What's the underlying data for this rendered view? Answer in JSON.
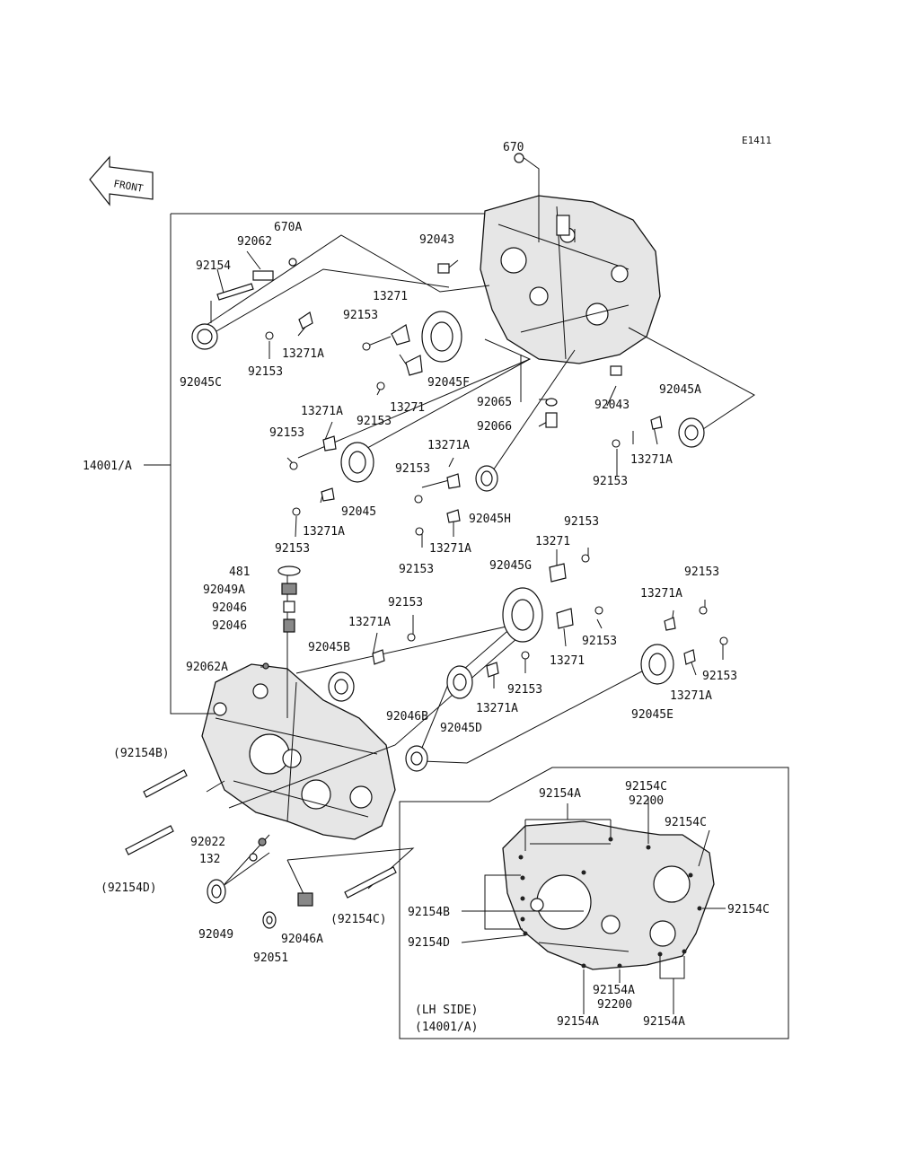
{
  "diagram_id": "E1411",
  "front_label": "FRONT",
  "lh_side": {
    "line1": "(LH SIDE)",
    "line2": "(14001/A)"
  },
  "labels": {
    "p670": "670",
    "p670A": "670A",
    "p92062": "92062",
    "p92154": "92154",
    "p92043_top": "92043",
    "p92045C": "92045C",
    "p13271_a": "13271",
    "p92153_a": "92153",
    "p13271A_a": "13271A",
    "p92153_b": "92153",
    "p92045F": "92045F",
    "p92153_c": "92153",
    "p13271_b": "13271",
    "p92065": "92065",
    "p92066": "92066",
    "p92043_bot": "92043",
    "p92045A": "92045A",
    "p13271A_b": "13271A",
    "p92153_d": "92153",
    "p13271A_c": "13271A",
    "p92153_e": "92153",
    "p14001A": "14001/A",
    "p92045": "92045",
    "p13271A_d": "13271A",
    "p92153_f": "92153",
    "p92153_g": "92153",
    "p92045H": "92045H",
    "p13271A_e": "13271A",
    "p92153_h": "92153",
    "p92153_i": "92153",
    "p13271_c": "13271",
    "p481": "481",
    "p92045G": "92045G",
    "p92049A": "92049A",
    "p92046_a": "92046",
    "p92046_b": "92046",
    "p92153_j": "92153",
    "p13271A_f": "13271A",
    "p92153_k": "92153",
    "p13271_d": "13271",
    "p92153_l": "92153",
    "p13271A_g": "13271A",
    "p92045B": "92045B",
    "p92062A": "92062A",
    "p92153_m": "92153",
    "p13271A_h": "13271A",
    "p92045E": "92045E",
    "p92153_n": "92153",
    "p13271A_i": "13271A",
    "p92046B": "92046B",
    "p92045D": "92045D",
    "p92154B_paren": "(92154B)",
    "p92154A_top": "92154A",
    "p92154C_a": "92154C",
    "p92200_a": "92200",
    "p92154C_b": "92154C",
    "p92022": "92022",
    "p132": "132",
    "p92154D_paren": "(92154D)",
    "p92154C_c": "92154C",
    "p92154B_lh": "92154B",
    "p92049": "92049",
    "p92154C_paren": "(92154C)",
    "p92154D_lh": "92154D",
    "p92046A": "92046A",
    "p92051": "92051",
    "p92154A_mid": "92154A",
    "p92200_b": "92200",
    "p92154A_bl": "92154A",
    "p92154A_br": "92154A"
  }
}
